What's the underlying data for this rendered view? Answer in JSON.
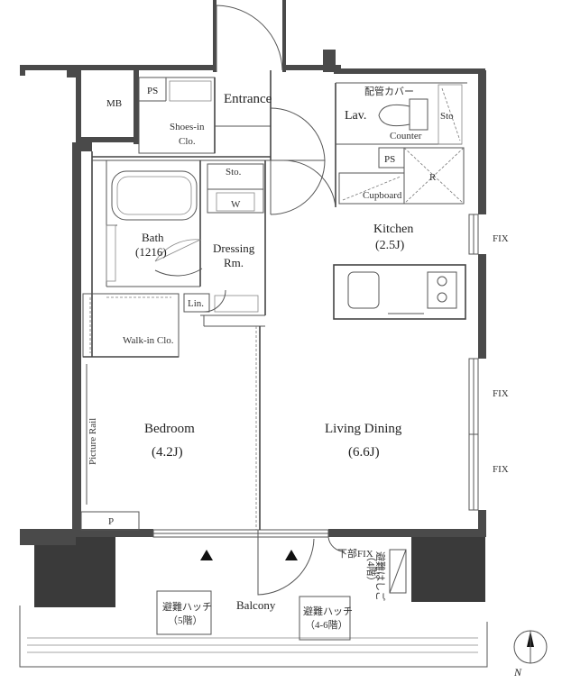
{
  "rooms": {
    "mb": "MB",
    "ps_top": "PS",
    "entrance": "Entrance",
    "lav": "Lav.",
    "pipe_cover": "配管カバー",
    "sto": "Sto",
    "counter": "Counter",
    "shoes_line1": "Shoes-in",
    "shoes_line2": "Clo.",
    "ps_kitchen": "PS",
    "r_mark": "R",
    "cupboard": "Cupboard",
    "sto_dressing": "Sto.",
    "w_mark": "W",
    "bath_line1": "Bath",
    "bath_line2": "(1216)",
    "dressing_line1": "Dressing",
    "dressing_line2": "Rm.",
    "kitchen_line1": "Kitchen",
    "kitchen_line2": "(2.5J)",
    "lin": "Lin.",
    "walkin": "Walk-in Clo.",
    "bedroom_line1": "Bedroom",
    "bedroom_line2": "(4.2J)",
    "living_line1": "Living Dining",
    "living_line2": "(6.6J)",
    "picture_rail": "Picture Rail",
    "p_mark": "P",
    "balcony": "Balcony",
    "fix_lower": "下部FIX",
    "hatch_left_line1": "避難ハッチ",
    "hatch_left_line2": "（5階）",
    "hatch_right_line1": "避難ハッチ",
    "hatch_right_line2": "（4-6階）",
    "hatch_side_line1": "避難はしご",
    "hatch_side_line2": "（4階）",
    "fix_1": "FIX",
    "fix_2": "FIX",
    "fix_3": "FIX",
    "north": "N"
  }
}
